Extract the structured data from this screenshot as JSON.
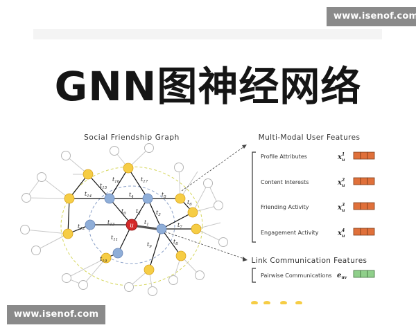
{
  "watermark_top": "www.isenof.com",
  "watermark_bottom": "www.isenof.com",
  "title": "GNN图神经网络",
  "graph": {
    "heading": "Social Friendship Graph",
    "center_label": "u",
    "edge_labels": [
      {
        "t": "t",
        "i": "0"
      },
      {
        "t": "t",
        "i": "1"
      },
      {
        "t": "t",
        "i": "2"
      },
      {
        "t": "t",
        "i": "3"
      },
      {
        "t": "t",
        "i": "4"
      },
      {
        "t": "t",
        "i": "5"
      },
      {
        "t": "t",
        "i": "6"
      },
      {
        "t": "t",
        "i": "7"
      },
      {
        "t": "t",
        "i": "8"
      },
      {
        "t": "t",
        "i": "9"
      },
      {
        "t": "t",
        "i": "10"
      },
      {
        "t": "t",
        "i": "11"
      },
      {
        "t": "t",
        "i": "12"
      },
      {
        "t": "t",
        "i": "13"
      },
      {
        "t": "t",
        "i": "14"
      },
      {
        "t": "t",
        "i": "15"
      },
      {
        "t": "t",
        "i": "16"
      },
      {
        "t": "t",
        "i": "17"
      }
    ]
  },
  "user_features": {
    "heading": "Multi-Modal User Features",
    "rows": [
      {
        "label": "Profile Attributes",
        "sym": "x",
        "sup": "1",
        "sub": "u"
      },
      {
        "label": "Content Interests",
        "sym": "x",
        "sup": "2",
        "sub": "u"
      },
      {
        "label": "Friending Activity",
        "sym": "x",
        "sup": "3",
        "sub": "u"
      },
      {
        "label": "Engagement Activity",
        "sym": "x",
        "sup": "4",
        "sub": "u"
      }
    ]
  },
  "link_features": {
    "heading": "Link Communication Features",
    "rows": [
      {
        "label": "Pairwise Communications",
        "sym": "e",
        "sub": "uv"
      }
    ]
  },
  "colors": {
    "center_node": "#d42a2a",
    "blue_node": "#8faed8",
    "yellow_node": "#f6cd45",
    "outer_node": "#ffffff",
    "user_feature_cell": "#e0703a",
    "link_feature_cell": "#8fcf8a",
    "dashed_circle": "#d5d65a"
  }
}
